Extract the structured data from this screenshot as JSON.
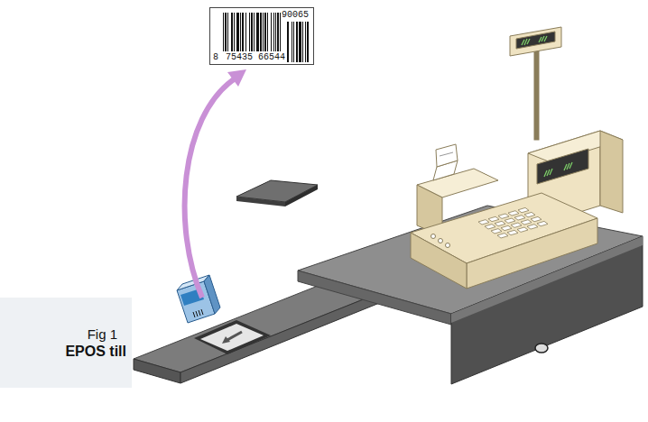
{
  "diagram": {
    "nodes": [
      {
        "text": [
          "90065",
          "8",
          "75435",
          "66544"
        ]
      }
    ],
    "labels": [
      "Fig 1",
      "EPOS till"
    ]
  }
}
